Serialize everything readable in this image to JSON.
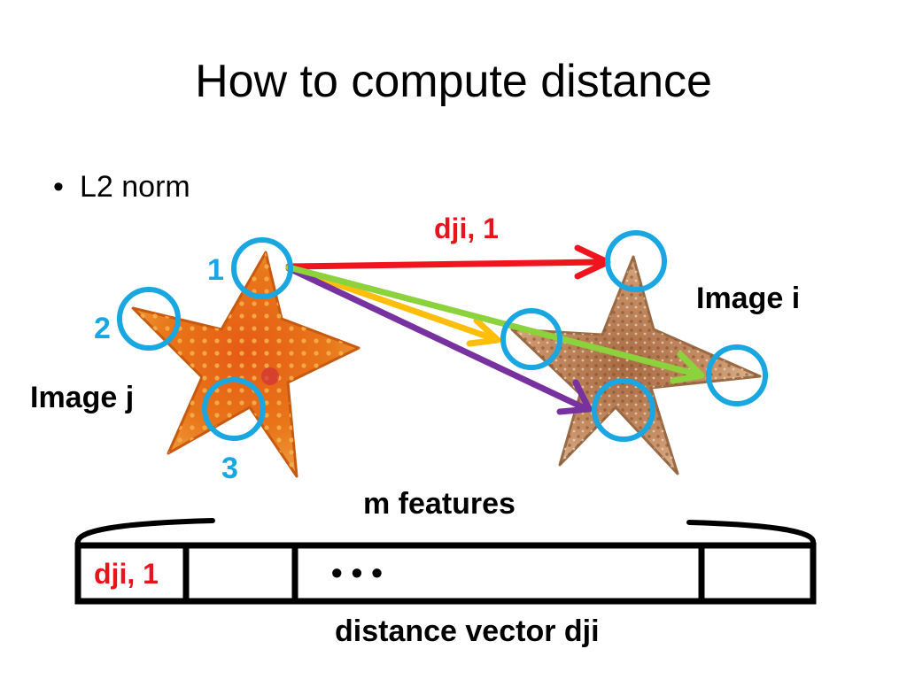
{
  "slide": {
    "title": "How to compute distance",
    "bullet": "L2 norm",
    "bullet_symbol": "•"
  },
  "labels": {
    "image_j": "Image j",
    "image_i": "Image i",
    "feature_1": "1",
    "feature_2": "2",
    "feature_3": "3",
    "arrow_label": "dji, 1",
    "m_features": "m features",
    "vector_cell_label": "dji, 1",
    "ellipsis": "• • •",
    "vector_caption": "distance vector dji"
  },
  "colors": {
    "circle": "#1aa6e0",
    "red_arrow": "#f0141e",
    "green_arrow": "#8cd23c",
    "yellow_arrow": "#ffbe0a",
    "purple_arrow": "#7832a0",
    "label_red": "#e8141c",
    "starfish_j": "#e8761a",
    "starfish_i": "#c89066"
  }
}
